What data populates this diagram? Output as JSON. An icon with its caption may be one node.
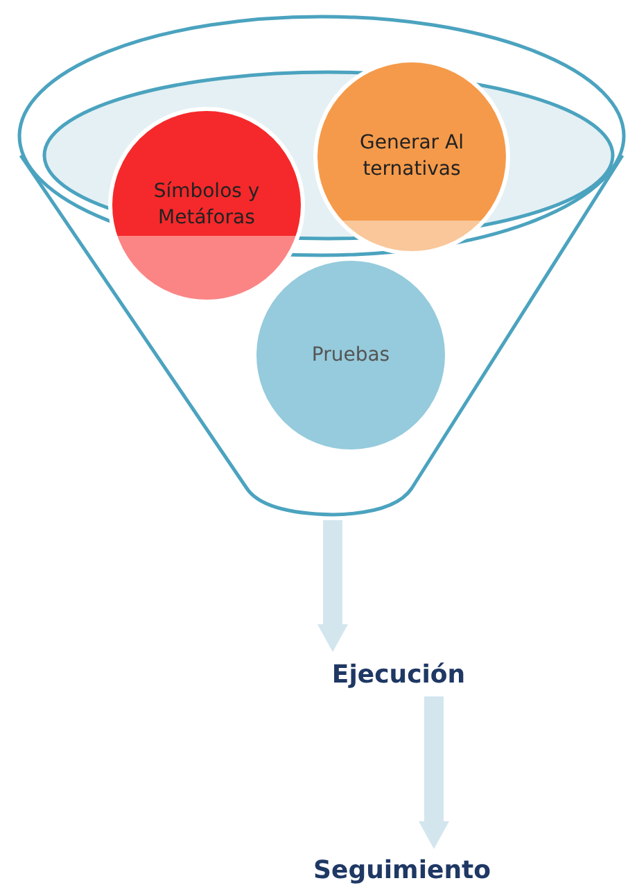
{
  "diagram": {
    "nodes": [
      {
        "text": [],
        "shape": "funnel"
      },
      {
        "text": [
          "Símbolos y Metáforas"
        ],
        "in": 0
      },
      {
        "text": [
          "Generar Alternativas"
        ],
        "in": 0
      },
      {
        "text": [
          "Pruebas"
        ],
        "in": 0
      },
      {
        "text": [
          "Ejecución"
        ]
      },
      {
        "text": [
          "Seguimiento"
        ]
      }
    ],
    "edges": [
      {
        "from": 0,
        "to": 4,
        "arrow": "to"
      },
      {
        "from": 4,
        "to": 5,
        "arrow": "to"
      }
    ]
  }
}
